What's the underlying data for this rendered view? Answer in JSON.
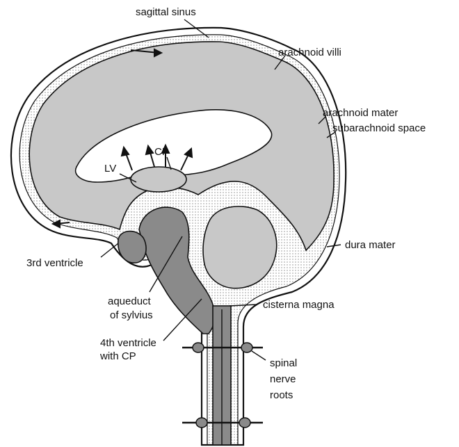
{
  "diagram": {
    "labels": {
      "sagittal_sinus": "sagittal sinus",
      "arachnoid_villi": "arachnoid villi",
      "arachnoid_mater": "arachnoid mater",
      "subarachnoid_space": "subarachnoid space",
      "cp": "CP",
      "lv": "LV",
      "dura_mater": "dura mater",
      "third_ventricle": "3rd ventricle",
      "aqueduct_line1": "aqueduct",
      "aqueduct_line2": "of sylvius",
      "cisterna_magna": "cisterna magna",
      "fourth_ventricle_line1": "4th ventricle",
      "fourth_ventricle_line2": "with CP",
      "spinal_line1": "spinal",
      "spinal_line2": "nerve",
      "spinal_line3": "roots"
    },
    "colors": {
      "brain_fill": "#c8c8c8",
      "brainstem_fill": "#8a8a8a",
      "ventricle_fill": "#ffffff",
      "outline": "#111111"
    }
  }
}
